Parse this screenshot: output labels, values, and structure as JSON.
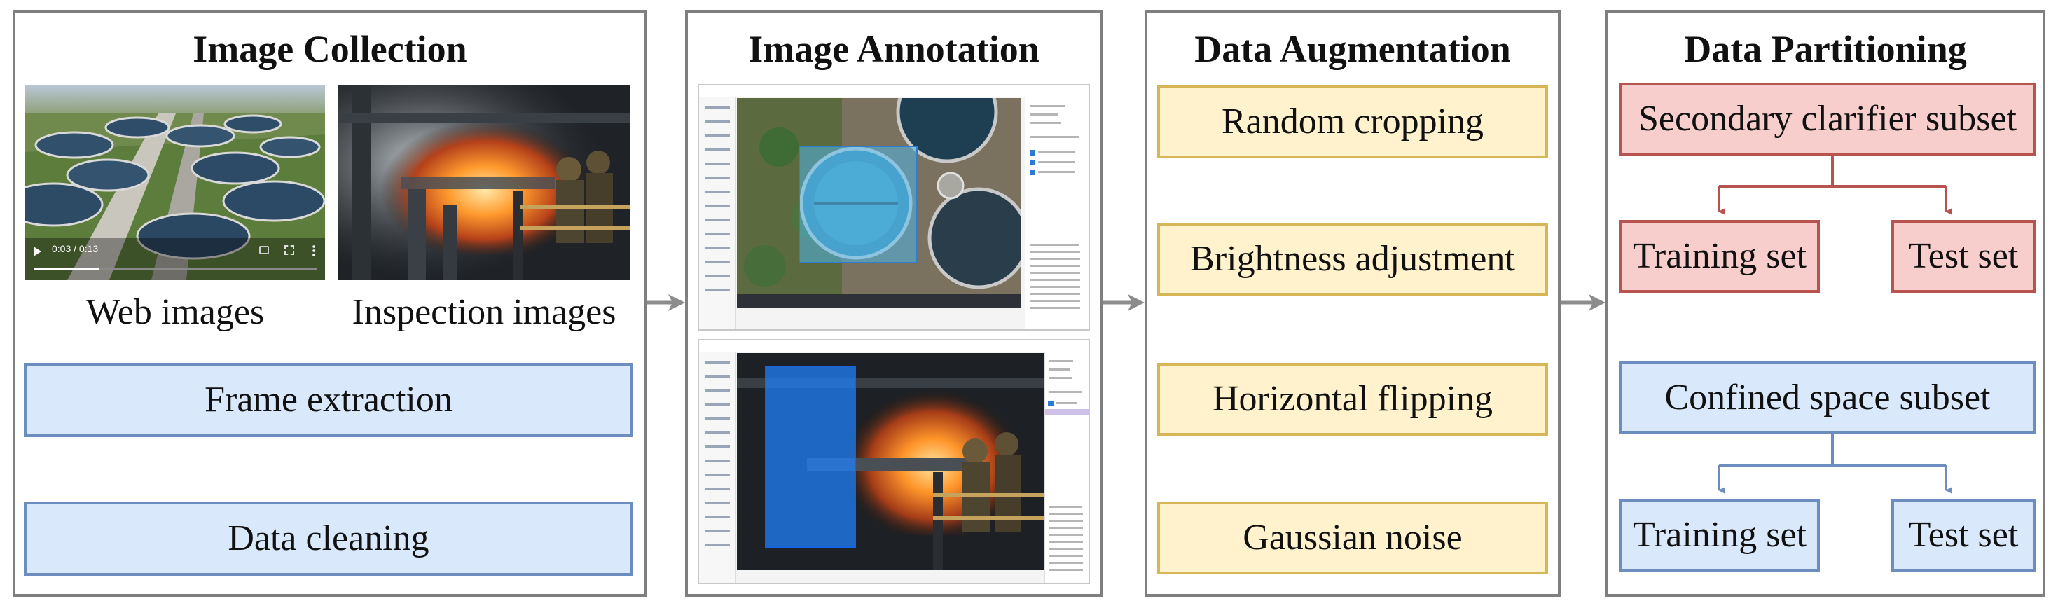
{
  "panels": [
    {
      "title": "Image Collection",
      "captions": [
        "Web images",
        "Inspection images"
      ],
      "video": {
        "time": "0:03 / 0:13"
      },
      "steps": [
        "Frame extraction",
        "Data cleaning"
      ]
    },
    {
      "title": "Image Annotation"
    },
    {
      "title": "Data Augmentation",
      "steps": [
        "Random cropping",
        "Brightness adjustment",
        "Horizontal flipping",
        "Gaussian noise"
      ]
    },
    {
      "title": "Data Partitioning",
      "groups": [
        {
          "name": "Secondary clarifier subset",
          "children": [
            "Training set",
            "Test set"
          ],
          "color": "red"
        },
        {
          "name": "Confined space subset",
          "children": [
            "Training set",
            "Test set"
          ],
          "color": "blue"
        }
      ]
    }
  ],
  "colors": {
    "blue_fill": "#dae8fc",
    "blue_stroke": "#6c8ebf",
    "yellow_fill": "#fff2cc",
    "yellow_stroke": "#d6b656",
    "red_fill": "#f8cecc",
    "red_stroke": "#b85450",
    "panel_border": "#7f7f7f",
    "arrow": "#8c8c8c"
  },
  "icons": [
    "play-icon",
    "volume-icon",
    "fullscreen-icon",
    "more-icon"
  ]
}
